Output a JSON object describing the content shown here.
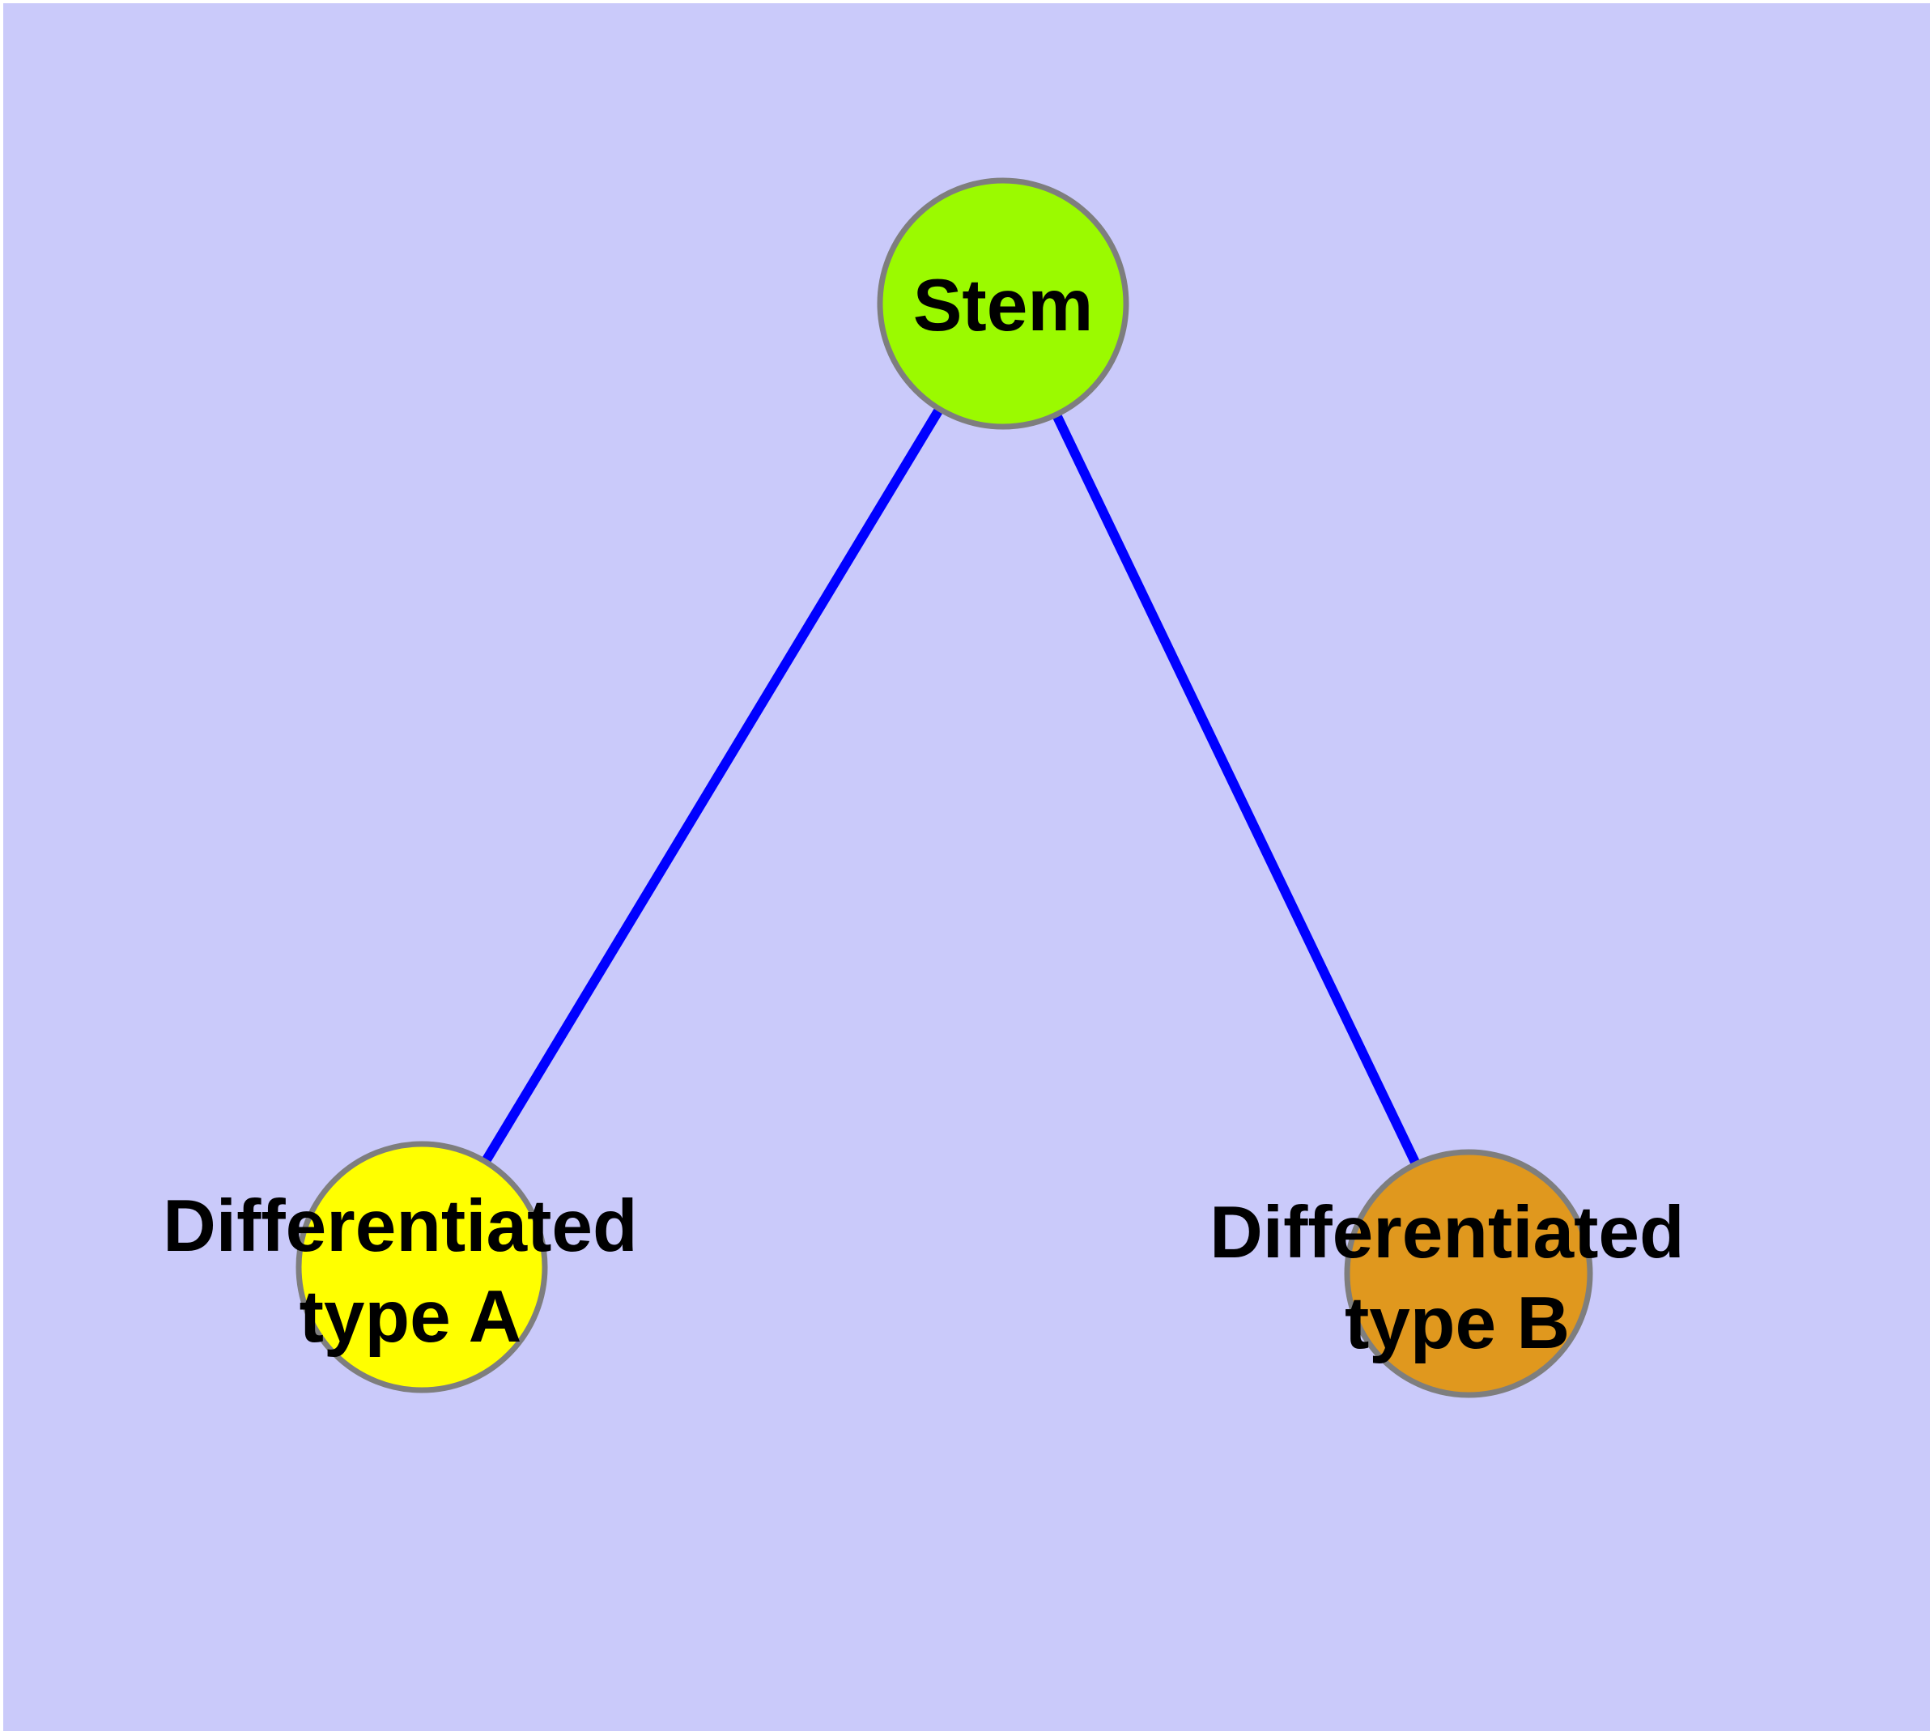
{
  "canvas": {
    "background_color": "#CACAFA",
    "margin_color": "#FFFFFF"
  },
  "graph": {
    "edge_color": "#0000FF",
    "node_border_color": "#7E7E7E",
    "label_color": "#000000",
    "nodes": {
      "stem": {
        "label": "Stem",
        "fill": "#9BFA00"
      },
      "type_a": {
        "label_lines": [
          "Differentiated",
          "type A"
        ],
        "fill": "#FFFF00"
      },
      "type_b": {
        "label_lines": [
          "Differentiated",
          "type B"
        ],
        "fill": "#E0981E"
      }
    },
    "edges": [
      {
        "from": "Stem",
        "to": "Differentiated type A"
      },
      {
        "from": "Stem",
        "to": "Differentiated type B"
      }
    ]
  }
}
